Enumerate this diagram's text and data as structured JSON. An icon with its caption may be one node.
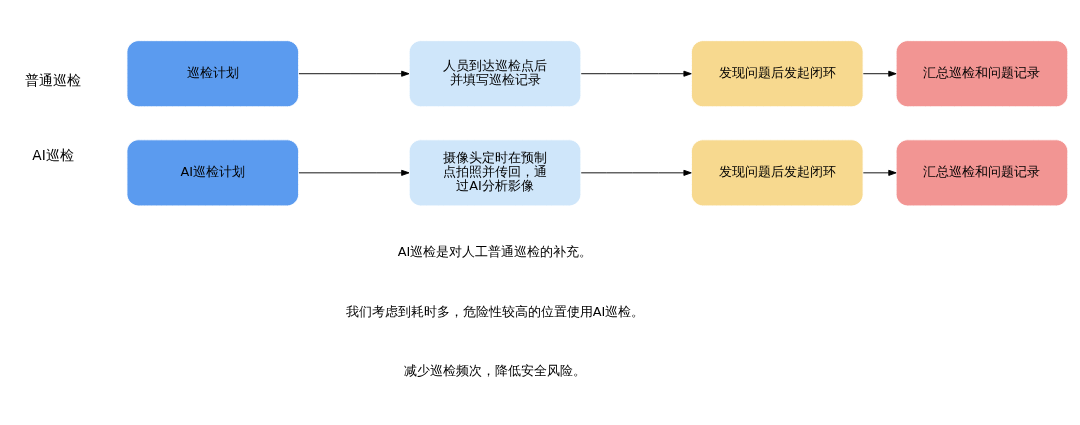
{
  "diagram": {
    "nodes": [
      {
        "text": [
          "巡检计划"
        ]
      },
      {
        "text": [
          "人员到达巡检点后并填写巡检记录"
        ]
      },
      {
        "text": [
          "发现问题后发起闭环"
        ]
      },
      {
        "text": [
          "汇总巡检和问题记录"
        ]
      },
      {
        "text": [
          "AI巡检计划"
        ]
      },
      {
        "text": [
          "摄像头定时在预制点拍照并传回，通过AI分析影像"
        ]
      },
      {
        "text": [
          "发现问题后发起闭环"
        ]
      },
      {
        "text": [
          "汇总巡检和问题记录"
        ]
      }
    ],
    "edges": [
      {
        "from": 0,
        "to": 1,
        "arrow": "to"
      },
      {
        "from": 1,
        "to": 2,
        "arrow": "to"
      },
      {
        "from": 2,
        "to": 3,
        "arrow": "to"
      },
      {
        "from": 4,
        "to": 5,
        "arrow": "to"
      },
      {
        "from": 5,
        "to": 6,
        "arrow": "to"
      },
      {
        "from": 6,
        "to": 7,
        "arrow": "to"
      }
    ],
    "labels": [
      "普通巡检",
      "AI巡检",
      "AI巡检是对人工普通巡检的补充。",
      "我们考虑到耗时多，危险性较高的位置使用AI巡检。",
      "减少巡检频次，降低安全风险。"
    ]
  }
}
